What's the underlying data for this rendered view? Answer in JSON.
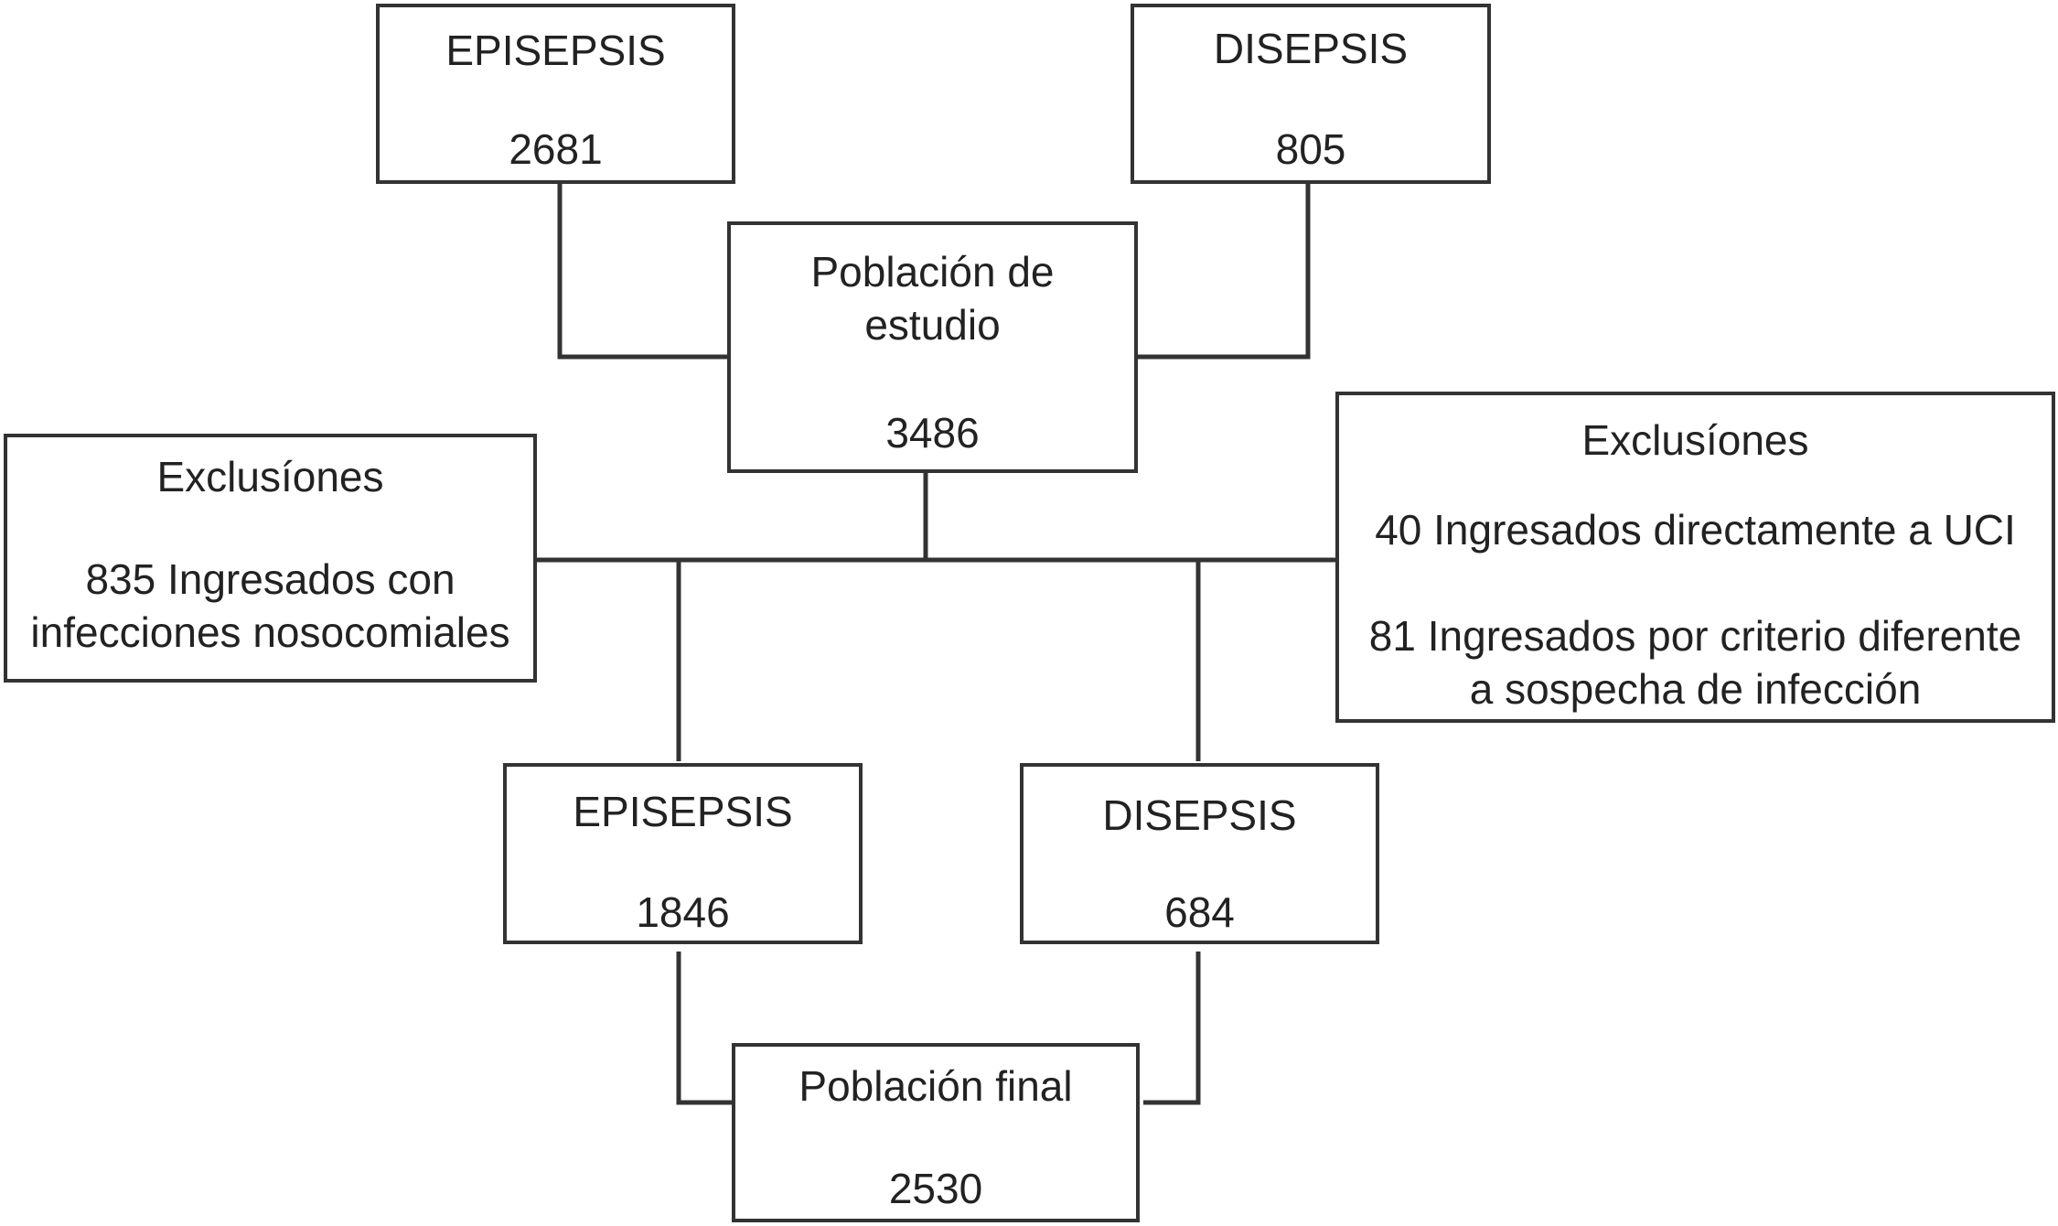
{
  "top_left": {
    "title": "EPISEPSIS",
    "count": "2681"
  },
  "top_right": {
    "title": "DISEPSIS",
    "count": "805"
  },
  "study_population": {
    "title_line1": "Población de",
    "title_line2": "estudio",
    "count": "3486"
  },
  "exclusions_left": {
    "title": "Exclusíones",
    "line1": "835 Ingresados con",
    "line2": "infecciones nosocomiales"
  },
  "exclusions_right": {
    "title": "Exclusíones",
    "item1": "40 Ingresados directamente a UCI",
    "item2_line1": "81 Ingresados por criterio diferente",
    "item2_line2": "a sospecha de infección"
  },
  "mid_left": {
    "title": "EPISEPSIS",
    "count": "1846"
  },
  "mid_right": {
    "title": "DISEPSIS",
    "count": "684"
  },
  "final_population": {
    "title": "Población final",
    "count": "2530"
  }
}
